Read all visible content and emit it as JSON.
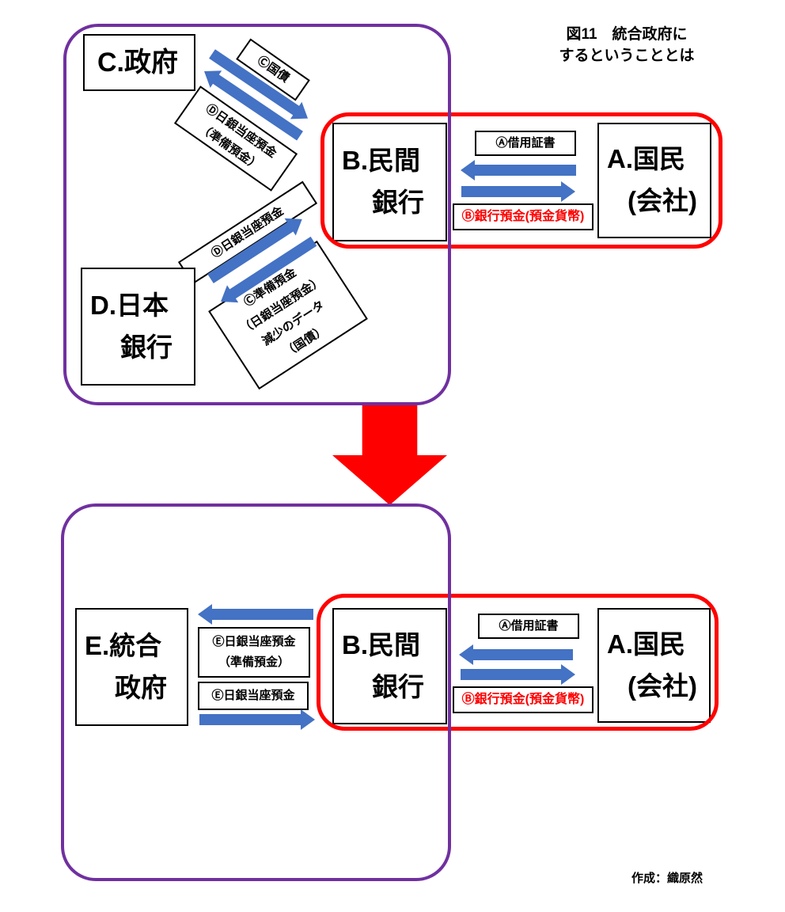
{
  "title": {
    "line1": "図11　統合政府に",
    "line2": "するということとは"
  },
  "credit": "作成：織原然",
  "colors": {
    "purple": "#7030A0",
    "red": "#FF0000",
    "blue": "#4472C4"
  },
  "panel_top": {
    "gov_box": {
      "line1": "C.政府"
    },
    "boj_box": {
      "line1": "D.日本",
      "line2": "銀行"
    },
    "label_c_kokusai": "Ⓒ国債",
    "label_d_nichigin": {
      "line1": "Ⓓ日銀当座預金",
      "line2": "（準備預金）"
    },
    "label_d_nichigin2": "Ⓓ日銀当座預金",
    "label_c_junbi": {
      "line1": "Ⓒ準備預金",
      "line2": "（日銀当座預金）",
      "line3": "減少のデータ",
      "line4": "（国債）"
    }
  },
  "red_group": {
    "bank_box": {
      "line1": "B.民間",
      "line2": "銀行"
    },
    "citizen_box": {
      "line1": "A.国民",
      "line2": "(会社)"
    },
    "label_a": "Ⓐ借用証書",
    "label_b": "Ⓑ銀行預金(預金貨幣)"
  },
  "panel_bottom": {
    "unified_box": {
      "line1": "E.統合",
      "line2": "政府"
    },
    "label_e_junbi": {
      "line1": "Ⓔ日銀当座預金",
      "line2": "（準備預金）"
    },
    "label_e": "Ⓔ日銀当座預金"
  }
}
